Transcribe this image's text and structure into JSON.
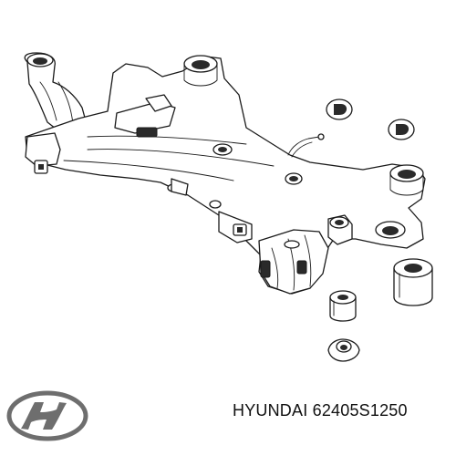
{
  "caption": {
    "brand": "HYUNDAI",
    "part_number": "62405S1250"
  },
  "logo": {
    "icon": "hyundai-logo-icon",
    "lettering": "H"
  },
  "drawing": {
    "icon": "front-subframe-crossmember-icon",
    "components": [
      "subframe",
      "bushing-large",
      "bushing-small",
      "mount-washer",
      "grommet-d-1",
      "grommet-d-2"
    ]
  }
}
